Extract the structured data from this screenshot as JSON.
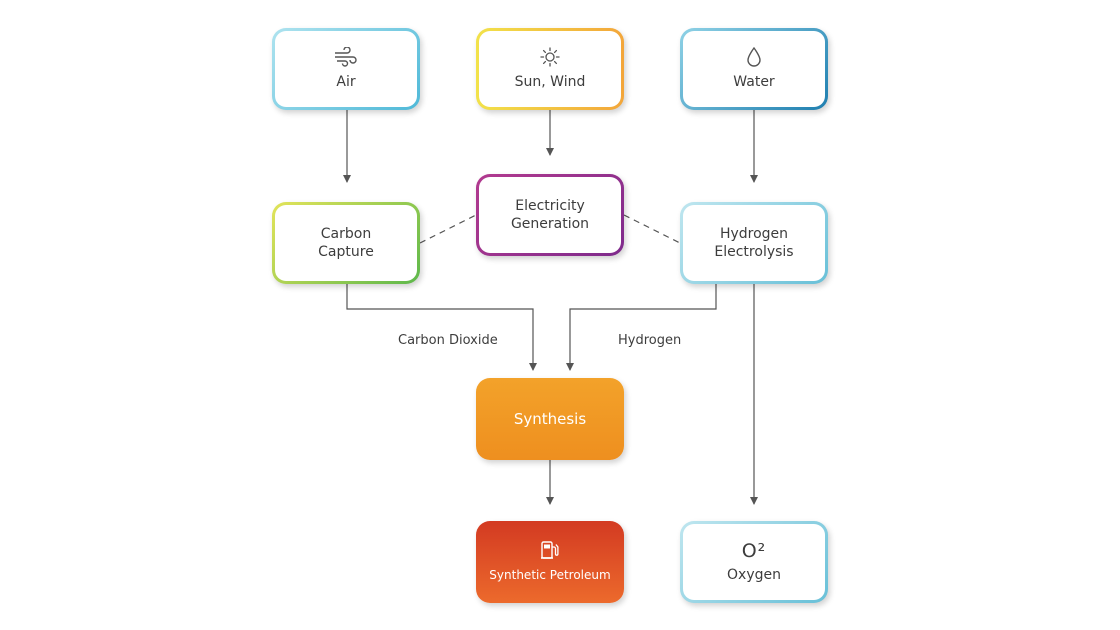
{
  "nodes": {
    "air": {
      "label": "Air",
      "icon": "wind-icon"
    },
    "sun_wind": {
      "label": "Sun, Wind",
      "icon": "sun-icon"
    },
    "water": {
      "label": "Water",
      "icon": "water-drop-icon"
    },
    "electricity": {
      "line1": "Electricity",
      "line2": "Generation"
    },
    "carbon_capture": {
      "line1": "Carbon",
      "line2": "Capture"
    },
    "hydrogen_electrolysis": {
      "line1": "Hydrogen",
      "line2": "Electrolysis"
    },
    "synthesis": {
      "label": "Synthesis"
    },
    "synthetic_petroleum": {
      "label": "Synthetic Petroleum",
      "icon": "fuel-pump-icon"
    },
    "oxygen": {
      "symbol": "O²",
      "label": "Oxygen"
    }
  },
  "edge_labels": {
    "carbon_dioxide": "Carbon Dioxide",
    "hydrogen": "Hydrogen"
  },
  "colors": {
    "connector": "#555555",
    "synthesis_fill": "#f0981f",
    "petroleum_fill": "#e04e26",
    "electricity_border": "#9b3090",
    "carbon_border": "#7cc04c",
    "water_border": "#2a8cbd",
    "sun_border": "#f2c43a",
    "air_border": "#67c3dd"
  }
}
